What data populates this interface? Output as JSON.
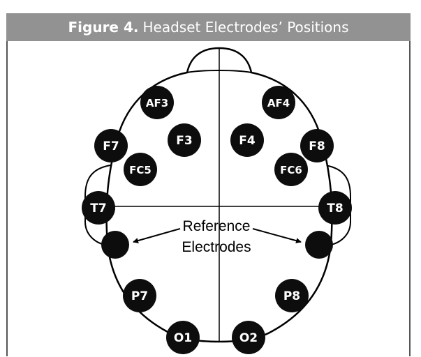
{
  "figure": {
    "label": "Figure 4.",
    "title": "Headset Electrodes’ Positions"
  },
  "electrodes": [
    {
      "id": "af3",
      "label": "AF3"
    },
    {
      "id": "af4",
      "label": "AF4"
    },
    {
      "id": "f7",
      "label": "F7"
    },
    {
      "id": "f3",
      "label": "F3"
    },
    {
      "id": "f4",
      "label": "F4"
    },
    {
      "id": "f8",
      "label": "F8"
    },
    {
      "id": "fc5",
      "label": "FC5"
    },
    {
      "id": "fc6",
      "label": "FC6"
    },
    {
      "id": "t7",
      "label": "T7"
    },
    {
      "id": "t8",
      "label": "T8"
    },
    {
      "id": "p7",
      "label": "P7"
    },
    {
      "id": "p8",
      "label": "P8"
    },
    {
      "id": "o1",
      "label": "O1"
    },
    {
      "id": "o2",
      "label": "O2"
    }
  ],
  "reference": {
    "line1": "Reference",
    "line2": "Electrodes"
  }
}
